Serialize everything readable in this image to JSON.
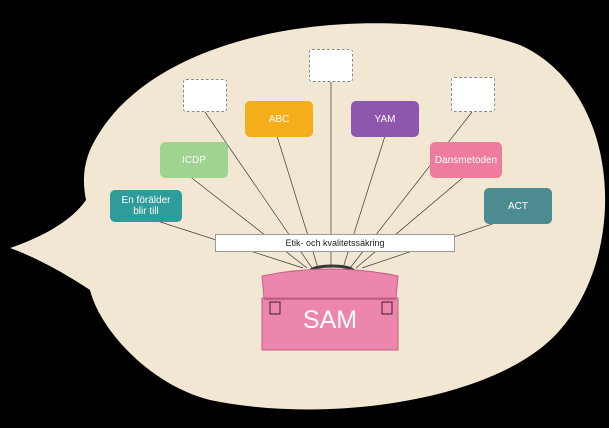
{
  "center_bar": "Etik- och kvalitetssäkring",
  "toolbox_label": "SAM",
  "boxes": {
    "forelder": "En förälder blir till",
    "icdp": "ICDP",
    "abc": "ABC",
    "yam": "YAM",
    "dansmetoden": "Dansmetoden",
    "act": "ACT"
  },
  "colors": {
    "bubble": "#f2e7d2",
    "forelder": "#2f9c9c",
    "icdp": "#9ed48f",
    "abc": "#f6ad1a",
    "yam": "#8f56ad",
    "dansmetoden": "#ef7c9c",
    "act": "#4c8c90",
    "toolbox": "#ec86ac"
  }
}
